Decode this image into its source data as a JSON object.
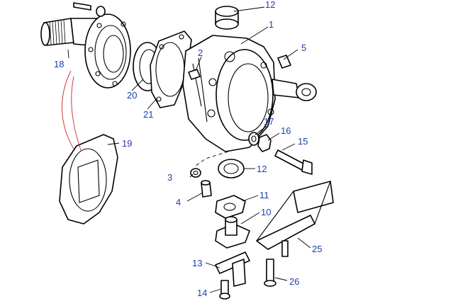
{
  "colors": {
    "callout_text": "#1e3fa8",
    "red_link": "#d42020",
    "line": "#000000"
  },
  "callouts": [
    {
      "id": "p1",
      "label": "1"
    },
    {
      "id": "p2",
      "label": "2"
    },
    {
      "id": "p3",
      "label": "3"
    },
    {
      "id": "p4",
      "label": "4"
    },
    {
      "id": "p5",
      "label": "5"
    },
    {
      "id": "p10",
      "label": "10"
    },
    {
      "id": "p11",
      "label": "11"
    },
    {
      "id": "p12a",
      "label": "12"
    },
    {
      "id": "p12b",
      "label": "12"
    },
    {
      "id": "p13",
      "label": "13"
    },
    {
      "id": "p14",
      "label": "14"
    },
    {
      "id": "p15",
      "label": "15"
    },
    {
      "id": "p16",
      "label": "16"
    },
    {
      "id": "p17",
      "label": "17"
    },
    {
      "id": "p18",
      "label": "18"
    },
    {
      "id": "p19",
      "label": "19"
    },
    {
      "id": "p20",
      "label": "20"
    },
    {
      "id": "p21",
      "label": "21"
    },
    {
      "id": "p25",
      "label": "25"
    },
    {
      "id": "p26",
      "label": "26"
    }
  ]
}
